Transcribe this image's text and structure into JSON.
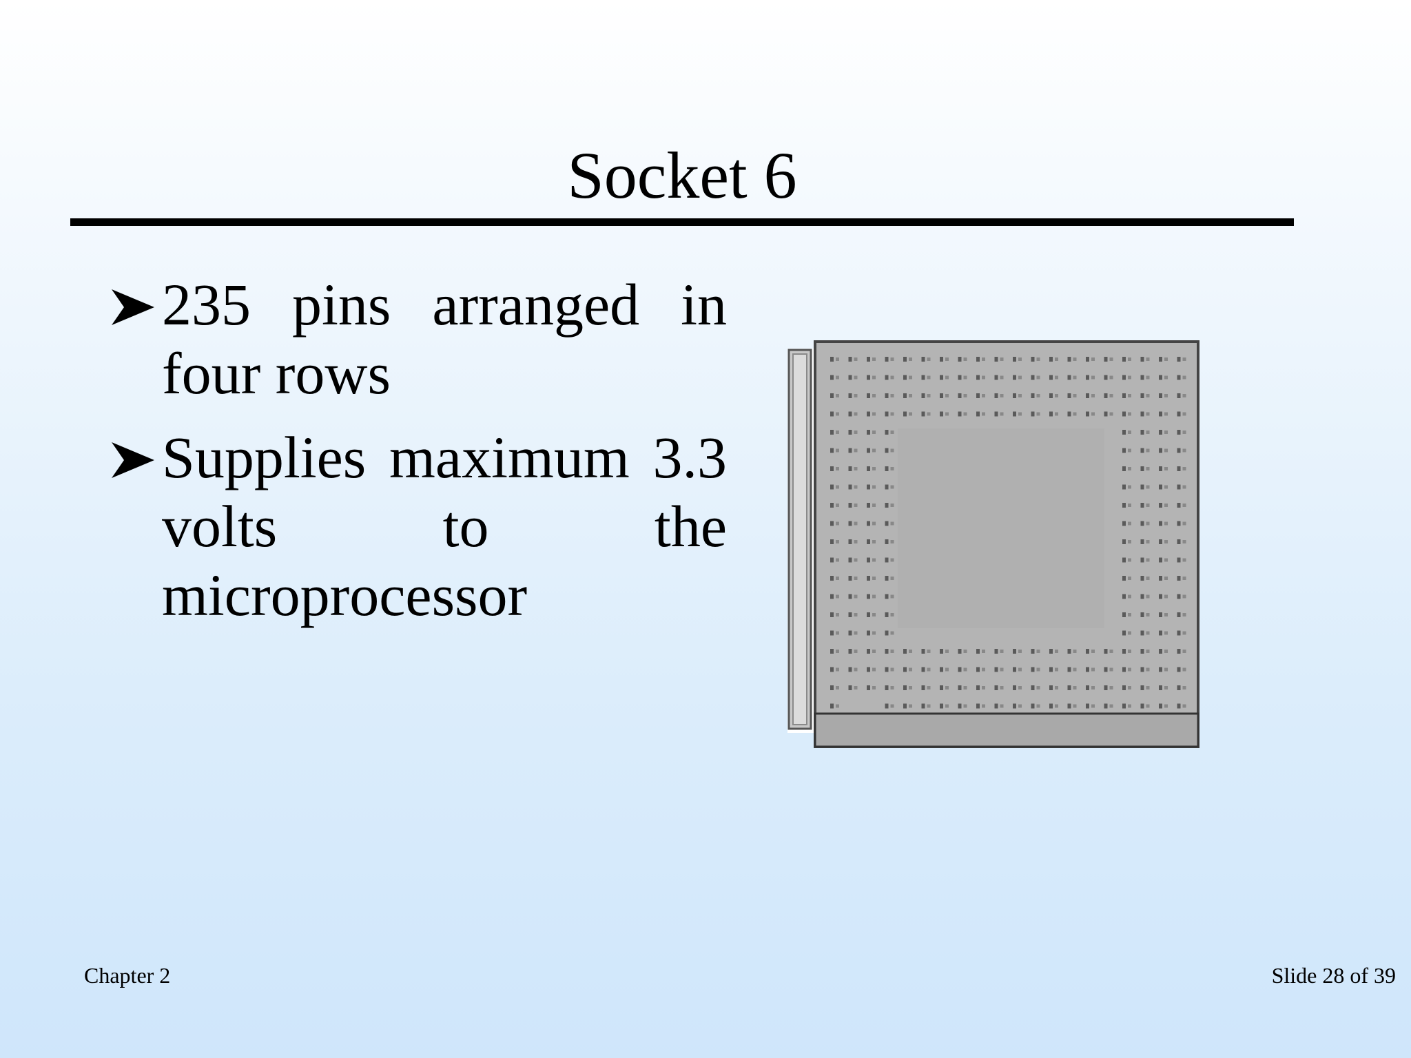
{
  "slide": {
    "title": "Socket 6",
    "bullets": [
      {
        "text": "235 pins arranged in four rows"
      },
      {
        "text": "Supplies maximum 3.3 volts to the microprocessor"
      }
    ],
    "figure": {
      "icon": "socket-6-pin-grid-image"
    },
    "footer": {
      "chapter": "Chapter 2",
      "slide_number": "Slide 28 of 39"
    }
  }
}
